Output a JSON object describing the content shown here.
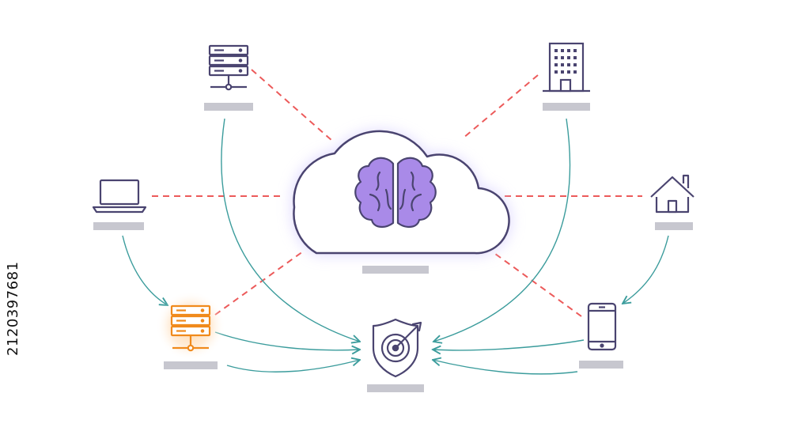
{
  "side_id": "2120397681",
  "colors": {
    "outline": "#4a4470",
    "brain": "#a98ae8",
    "brain_stroke": "#4a4470",
    "highlight": "#f08a1c",
    "glow_orange": "#ffd7a8",
    "glow_purple": "#e3dcff",
    "dashed_link": "#ec5a5a",
    "arrow_link": "#3b9c9c",
    "label_bar": "#c7c7cf"
  },
  "nodes": [
    {
      "id": "server-top",
      "icon": "server-stack-icon"
    },
    {
      "id": "building",
      "icon": "office-building-icon"
    },
    {
      "id": "laptop",
      "icon": "laptop-icon"
    },
    {
      "id": "house",
      "icon": "house-icon"
    },
    {
      "id": "server-highlight",
      "icon": "server-stack-icon"
    },
    {
      "id": "phone",
      "icon": "smartphone-icon"
    },
    {
      "id": "cloud",
      "icon": "cloud-brain-icon"
    },
    {
      "id": "shield",
      "icon": "shield-target-icon"
    }
  ]
}
